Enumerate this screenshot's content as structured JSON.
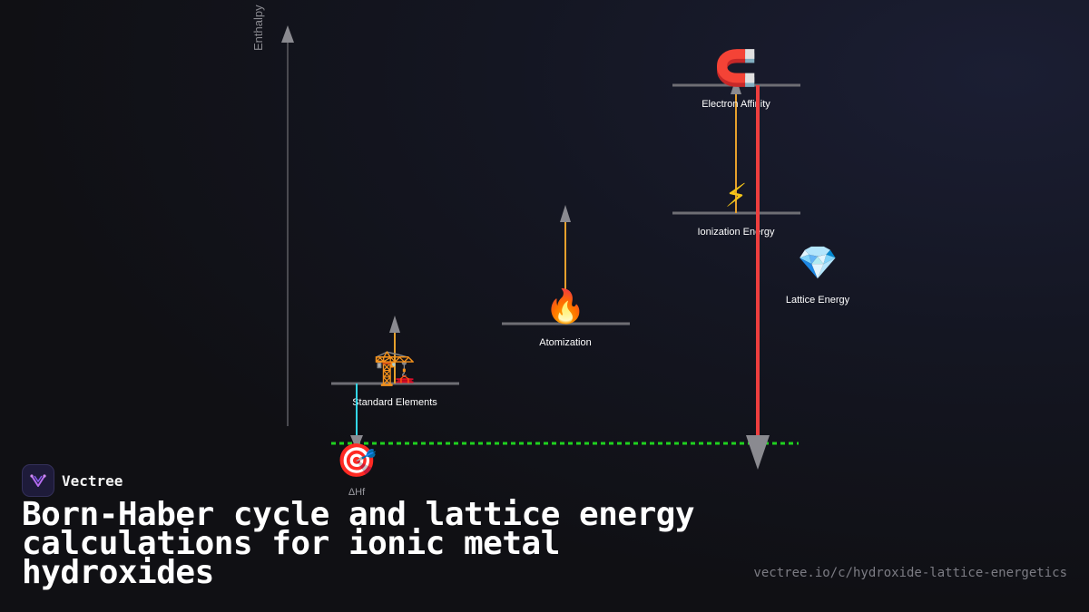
{
  "diagram": {
    "axis_label": "Enthalpy",
    "levels": {
      "standard": {
        "label": "Standard Elements",
        "icon": "crane-icon",
        "glyph": "🏗️"
      },
      "atomization": {
        "label": "Atomization",
        "icon": "fire-icon",
        "glyph": "🔥"
      },
      "ionization": {
        "label": "Ionization Energy",
        "icon": "lightning-icon",
        "glyph": "⚡"
      },
      "electron_affinity": {
        "label": "Electron Affinity",
        "icon": "magnet-icon",
        "glyph": "🧲"
      },
      "lattice": {
        "label": "Lattice Energy",
        "icon": "gem-icon",
        "glyph": "💎"
      },
      "formation": {
        "label": "ΔHf",
        "icon": "target-icon",
        "glyph": "🎯"
      }
    },
    "colors": {
      "axis": "#4a4a50",
      "level_line": "#6e6e74",
      "step_arrow": "#e6a02c",
      "lattice_arrow": "#ee3e3e",
      "formation_arrow": "#33d6e6",
      "product_line": "#1fd11f",
      "arrowhead": "#8a8a90"
    }
  },
  "brand": {
    "name": "Vectree",
    "logo_icon": "vectree-logo-icon"
  },
  "title": "Born-Haber cycle and lattice energy calculations for ionic metal hydroxides",
  "url": "vectree.io/c/hydroxide-lattice-energetics"
}
